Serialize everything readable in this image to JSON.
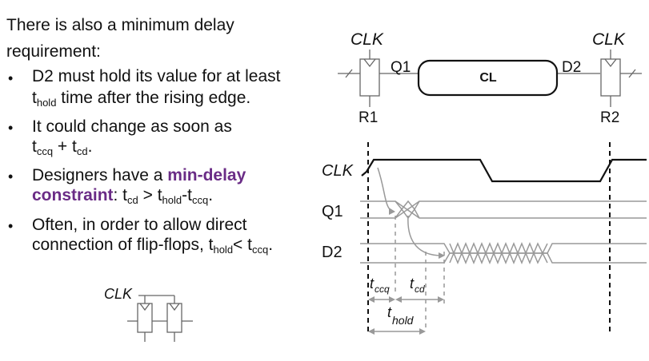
{
  "intro": {
    "line1": "There is also a minimum delay",
    "line2": "requirement:"
  },
  "bullets": [
    {
      "l1": "D2 must hold its value for at least",
      "l2_sub": "hold",
      "l2_post": " time after the rising edge."
    },
    {
      "l1": "It could change as soon as",
      "sub_a": "ccq",
      "mid": " + t",
      "sub_b": "cd",
      "end": "."
    },
    {
      "l1_pre": "Designers have a ",
      "l1_bold": "min-delay",
      "l2_bold": "constraint",
      "l2_a": ": t",
      "sub_cd": "cd",
      "l2_b": " > t",
      "sub_hold": "hold",
      "l2_c": "-t",
      "sub_ccq": "ccq",
      "l2_d": "."
    },
    {
      "l1": "Often, in order to allow direct",
      "l2_pre": "connection of flip-flops, t",
      "sub_hold": "hold",
      "l2_mid": "< t",
      "sub_ccq": "ccq",
      "l2_end": "."
    }
  ],
  "bullet_glyph": "•",
  "circuit": {
    "clk_left": "CLK",
    "clk_right": "CLK",
    "q1": "Q1",
    "d2": "D2",
    "r1": "R1",
    "r2": "R2",
    "cl_symbol": "CL"
  },
  "timing": {
    "signals": [
      "CLK",
      "Q1",
      "D2"
    ],
    "t_ccq": "ccq",
    "t_cd": "cd",
    "t_hold": "hold",
    "t": "t"
  },
  "small_circuit": {
    "clk": "CLK"
  },
  "colors": {
    "text": "#111111",
    "accent_purple": "#6a2c86",
    "diagram_gray": "#9a9a9a",
    "cl_fill": "#ffffff"
  }
}
